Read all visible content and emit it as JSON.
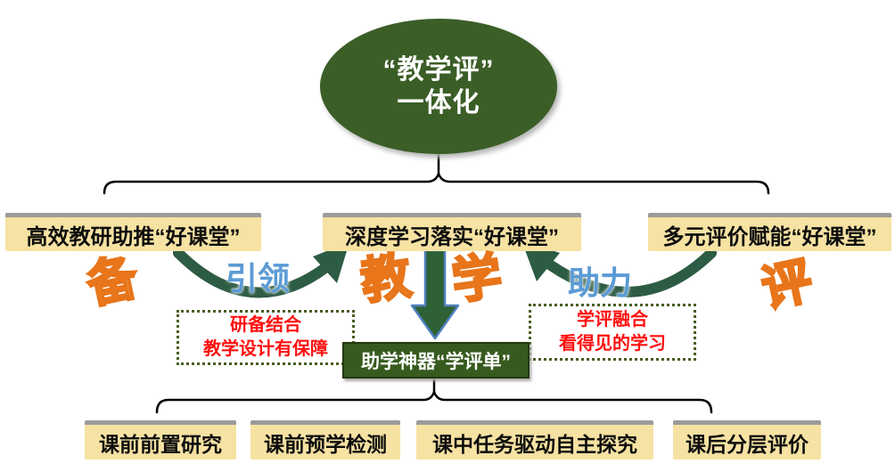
{
  "title": {
    "line1": "“教学评”",
    "line2": "一体化"
  },
  "row1": {
    "boxes": [
      {
        "label": "高效教研助推“好课堂”"
      },
      {
        "label": "深度学习落实“好课堂”"
      },
      {
        "label": "多元评价赋能“好课堂”"
      }
    ]
  },
  "stage_chars": {
    "bei": "备",
    "jiao": "教",
    "xue": "学",
    "ping": "评"
  },
  "arrow_labels": {
    "left": "引领",
    "right": "助力"
  },
  "notes": {
    "left": {
      "line1": "研备结合",
      "line2": "教学设计有保障"
    },
    "right": {
      "line1": "学评融合",
      "line2": "看得见的学习"
    }
  },
  "tool_box": {
    "label": "助学神器“学评单”"
  },
  "row2": {
    "boxes": [
      {
        "label": "课前前置研究"
      },
      {
        "label": "课前预学检测"
      },
      {
        "label": "课中任务驱动自主探究"
      },
      {
        "label": "课后分层评价"
      }
    ]
  },
  "colors": {
    "ellipse_green": "#3b5e27",
    "box_yellow": "#f6e2a2",
    "box_top_shadow": "#9b9b9b",
    "tool_green": "#375a1e",
    "arrow_green": "#2d5c44",
    "down_arrow_green": "#2f6136",
    "down_arrow_border_blue": "#4f81bd",
    "char_orange_stroke": "#e8751a",
    "char_orange_fill": "#fbc992",
    "label_blue": "#5b9bd5",
    "note_red": "#ff0f0f",
    "note_border_green": "#4a5e23",
    "connector_black": "#000000"
  }
}
